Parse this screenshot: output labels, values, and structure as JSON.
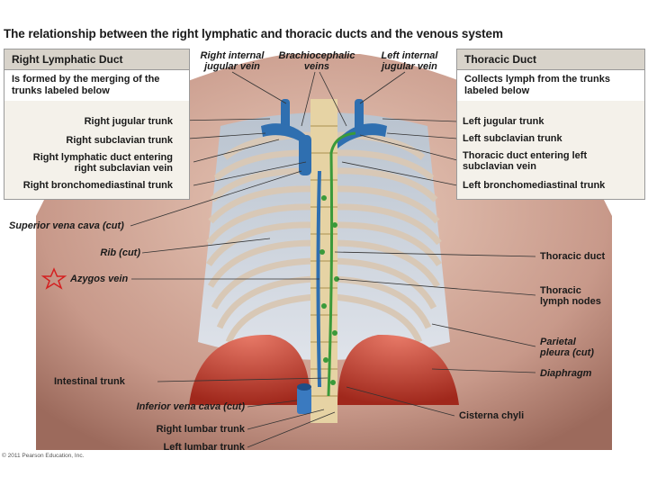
{
  "title": "The relationship between the right lymphatic and thoracic ducts and the venous system",
  "right_box": {
    "heading": "Right Lymphatic Duct",
    "description": "Is formed by the merging of the trunks labeled below"
  },
  "left_box": {
    "heading": "Thoracic Duct",
    "description": "Collects lymph from the trunks labeled below"
  },
  "top_labels": {
    "right_internal_jugular": "Right internal jugular vein",
    "brachiocephalic": "Brachiocephalic veins",
    "left_internal_jugular": "Left internal jugular vein"
  },
  "left_labels": {
    "right_jugular_trunk": "Right jugular trunk",
    "right_subclavian_trunk": "Right subclavian trunk",
    "right_lymphatic_duct_entering": "Right lymphatic duct entering right subclavian vein",
    "right_bronchomediastinal_trunk": "Right bronchomediastinal trunk",
    "superior_vena_cava": "Superior vena cava (cut)",
    "rib": "Rib (cut)",
    "azygos_vein": "Azygos vein",
    "intestinal_trunk": "Intestinal trunk",
    "inferior_vena_cava": "Inferior vena cava (cut)",
    "right_lumbar_trunk": "Right lumbar trunk",
    "left_lumbar_trunk": "Left lumbar trunk"
  },
  "right_labels": {
    "left_jugular_trunk": "Left jugular trunk",
    "left_subclavian_trunk": "Left subclavian trunk",
    "thoracic_duct_entering": "Thoracic duct entering left subclavian vein",
    "left_bronchomediastinal_trunk": "Left bronchomediastinal trunk",
    "thoracic_duct": "Thoracic duct",
    "thoracic_lymph_nodes": "Thoracic lymph nodes",
    "parietal_pleura": "Parietal pleura (cut)",
    "diaphragm": "Diaphragm",
    "cisterna_chyli": "Cisterna chyli"
  },
  "copyright": "© 2011 Pearson Education, Inc.",
  "colors": {
    "star": "#d42020",
    "vein": "#2f6fb0",
    "lymph": "#3a9a3a",
    "muscle": "#c23a2a",
    "skin": "#c99a86",
    "rib": "#d8c8b6"
  }
}
